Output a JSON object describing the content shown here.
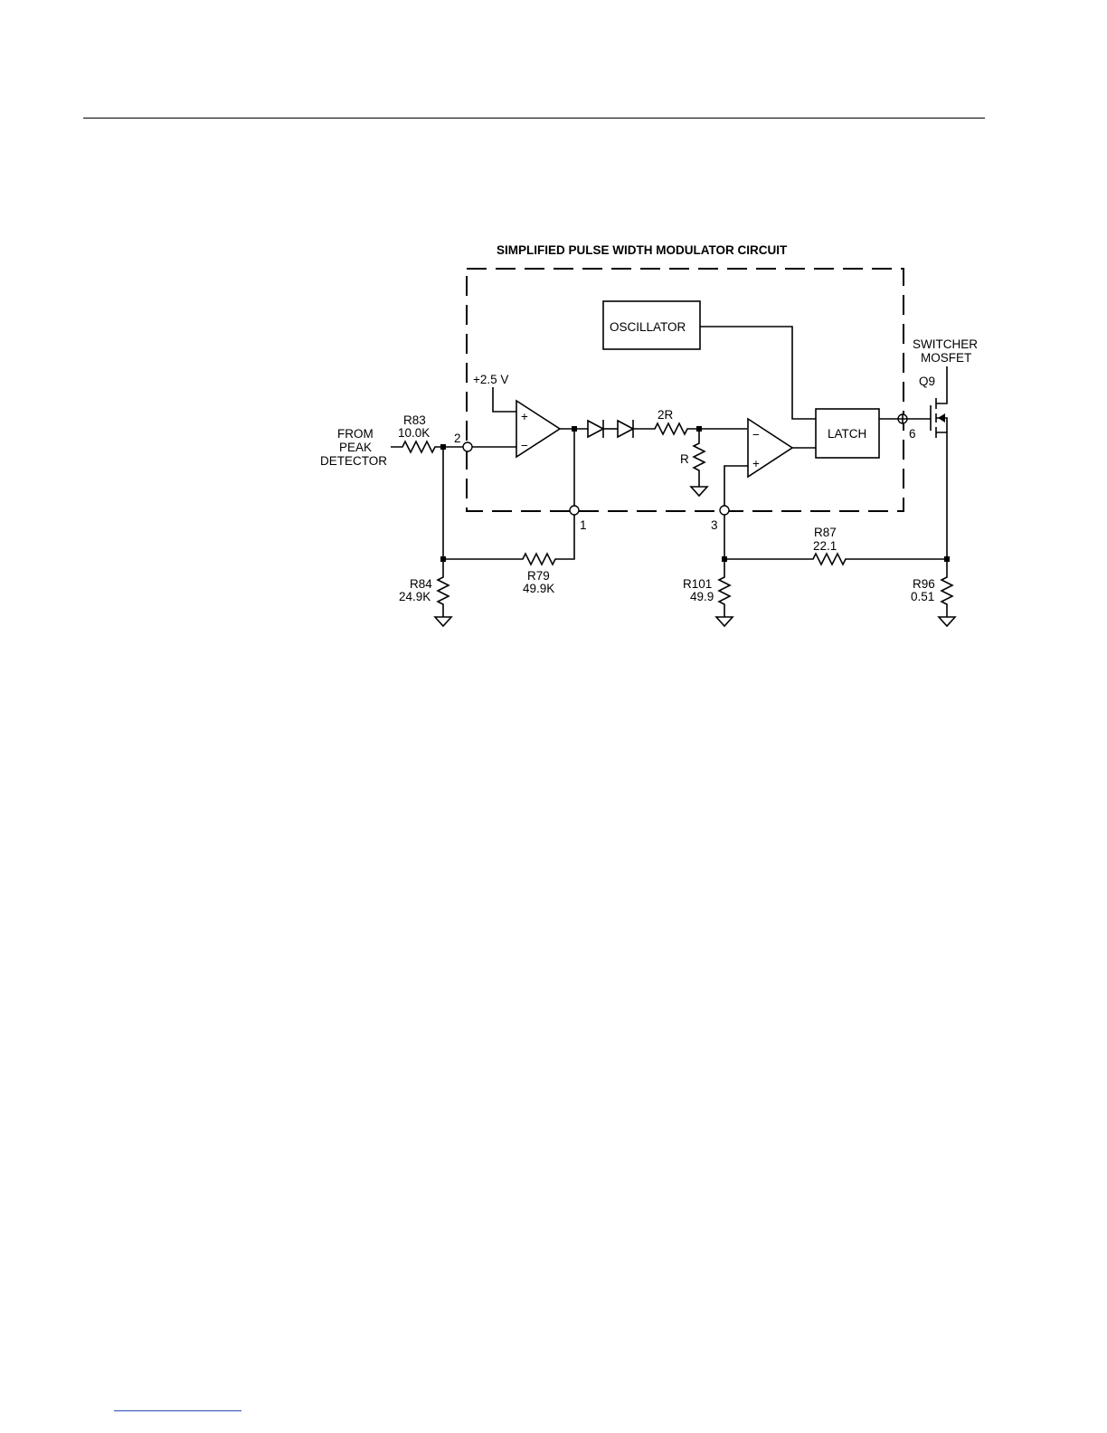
{
  "diagram": {
    "title": "SIMPLIFIED PULSE WIDTH MODULATOR CIRCUIT",
    "blocks": {
      "oscillator": "OSCILLATOR",
      "latch": "LATCH"
    },
    "input_label": [
      "FROM",
      "PEAK",
      "DETECTOR"
    ],
    "reference_voltage": "+2.5 V",
    "opamp_signs": {
      "plus": "+",
      "minus": "−"
    },
    "switch": {
      "title_line1": "SWITCHER",
      "title_line2": "MOSFET",
      "designator": "Q9"
    },
    "pins": {
      "p1": "1",
      "p2": "2",
      "p3": "3",
      "p6": "6"
    },
    "resistors": {
      "r83": {
        "name": "R83",
        "value": "10.0K"
      },
      "r84": {
        "name": "R84",
        "value": "24.9K"
      },
      "r79": {
        "name": "R79",
        "value": "49.9K"
      },
      "r2r": {
        "name": "2R"
      },
      "rr": {
        "name": "R"
      },
      "r87": {
        "name": "R87",
        "value": "22.1"
      },
      "r101": {
        "name": "R101",
        "value": "49.9"
      },
      "r96": {
        "name": "R96",
        "value": "0.51"
      }
    }
  }
}
